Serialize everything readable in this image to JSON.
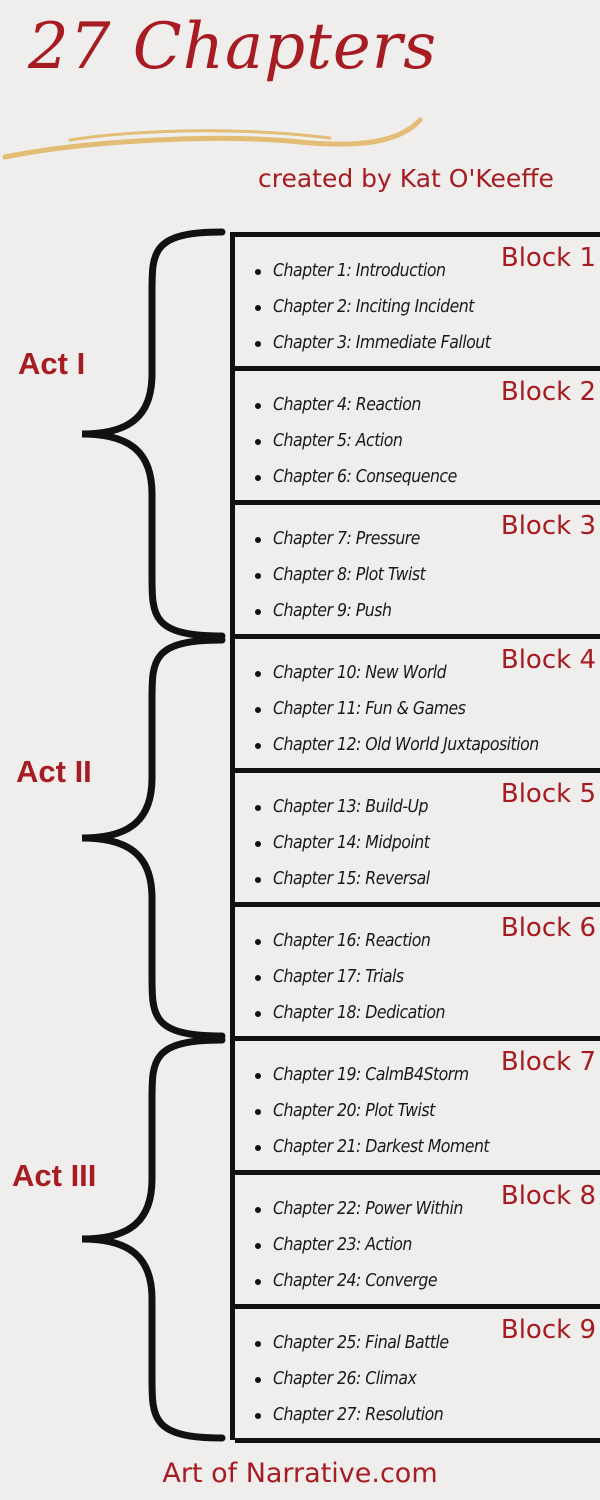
{
  "header": {
    "title": "27 Chapters",
    "credit": "created by Kat O'Keeffe"
  },
  "acts": [
    {
      "label": "Act I"
    },
    {
      "label": "Act II"
    },
    {
      "label": "Act III"
    }
  ],
  "blocks": [
    {
      "label": "Block 1",
      "chapters": [
        "Chapter 1: Introduction",
        "Chapter 2: Inciting Incident",
        "Chapter 3: Immediate Fallout"
      ]
    },
    {
      "label": "Block 2",
      "chapters": [
        "Chapter 4: Reaction",
        "Chapter 5: Action",
        "Chapter 6: Consequence"
      ]
    },
    {
      "label": "Block 3",
      "chapters": [
        "Chapter 7: Pressure",
        "Chapter 8: Plot Twist",
        "Chapter 9: Push"
      ]
    },
    {
      "label": "Block 4",
      "chapters": [
        "Chapter 10: New World",
        "Chapter 11: Fun & Games",
        "Chapter 12: Old World Juxtaposition"
      ]
    },
    {
      "label": "Block 5",
      "chapters": [
        "Chapter 13: Build-Up",
        "Chapter 14: Midpoint",
        "Chapter 15: Reversal"
      ]
    },
    {
      "label": "Block 6",
      "chapters": [
        "Chapter 16: Reaction",
        "Chapter 17: Trials",
        "Chapter 18: Dedication"
      ]
    },
    {
      "label": "Block 7",
      "chapters": [
        "Chapter 19: CalmB4Storm",
        "Chapter 20: Plot Twist",
        "Chapter 21: Darkest Moment"
      ]
    },
    {
      "label": "Block 8",
      "chapters": [
        "Chapter 22: Power Within",
        "Chapter 23: Action",
        "Chapter 24: Converge"
      ]
    },
    {
      "label": "Block 9",
      "chapters": [
        "Chapter 25: Final Battle",
        "Chapter 26: Climax",
        "Chapter 27: Resolution"
      ]
    }
  ],
  "footer": {
    "text": "Art of Narrative.com"
  },
  "colors": {
    "accent": "#a71c22",
    "swoosh": "#e3bc76",
    "line": "#111111",
    "background": "#efeeec"
  }
}
